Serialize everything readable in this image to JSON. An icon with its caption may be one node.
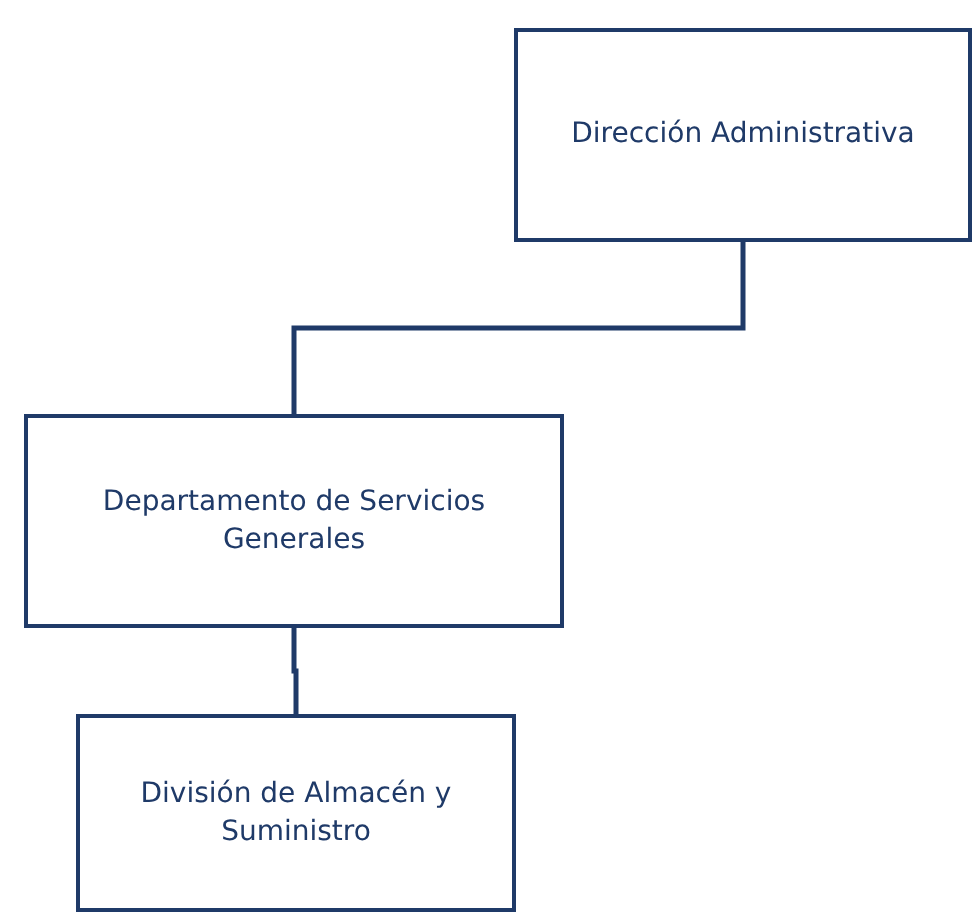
{
  "diagram": {
    "nodes": [
      {
        "text": [
          "Dirección Administrativa"
        ]
      },
      {
        "text": [
          "Departamento de Servicios Generales"
        ]
      },
      {
        "text": [
          "División de Almacén y Suministro"
        ]
      }
    ],
    "edges": [
      {
        "from": 0,
        "to": 1,
        "arrow": "none"
      },
      {
        "from": 1,
        "to": 2,
        "arrow": "none"
      }
    ]
  }
}
